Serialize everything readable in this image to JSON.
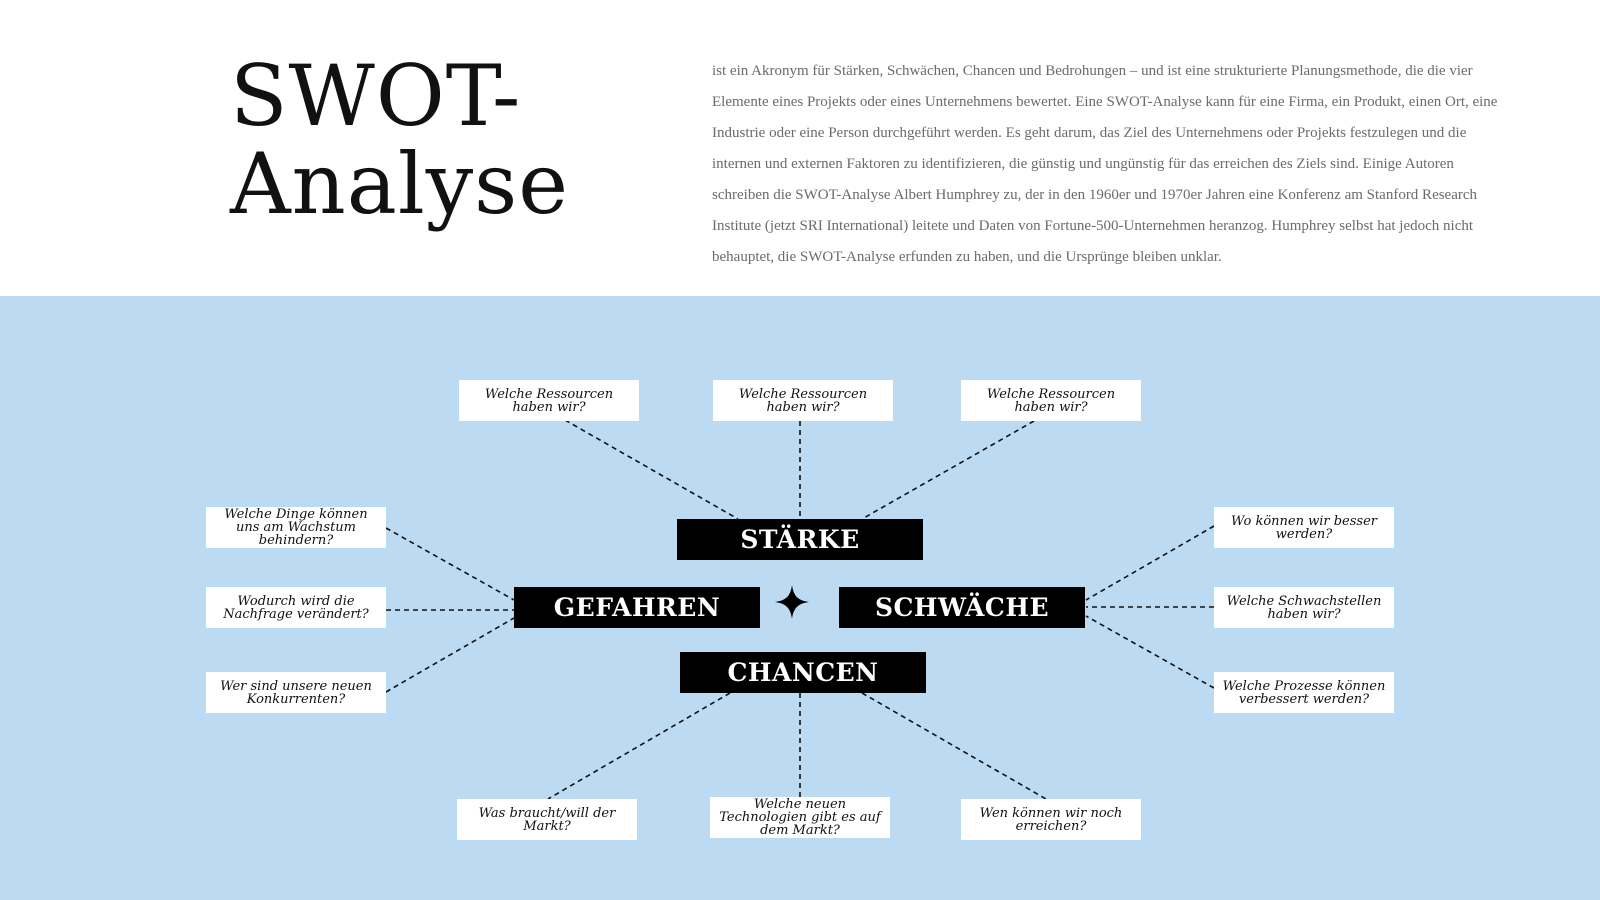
{
  "header": {
    "title_line1": "SWOT-",
    "title_line2": "Analyse",
    "description": "ist ein Akronym für Stärken, Schwächen, Chancen und Bedrohungen – und ist eine strukturierte Planungsmethode, die die vier Elemente eines Projekts oder eines Unternehmens bewertet. Eine SWOT-Analyse kann für eine Firma, ein Produkt, einen Ort, eine Industrie oder eine Person durchgeführt werden. Es geht darum, das Ziel des Unternehmens oder Projekts festzulegen und die internen und externen Faktoren zu identifizieren, die günstig und ungünstig für das erreichen des Ziels sind. Einige Autoren schreiben die SWOT-Analyse Albert Humphrey zu, der in den 1960er und 1970er Jahren eine Konferenz am Stanford Research Institute (jetzt SRI International) leitete und Daten von Fortune-500-Unternehmen heranzog. Humphrey selbst hat jedoch nicht behauptet, die SWOT-Analyse erfunden zu haben, und die Ursprünge bleiben unklar."
  },
  "diagram": {
    "categories": {
      "staerke": "STÄRKE",
      "gefahren": "GEFAHREN",
      "schwaeche": "SCHWÄCHE",
      "chancen": "CHANCEN"
    },
    "center_icon": "four-point-star-icon",
    "questions": {
      "staerke": [
        "Welche Ressourcen haben wir?",
        "Welche Ressourcen haben wir?",
        "Welche Ressourcen haben wir?"
      ],
      "gefahren": [
        "Welche Dinge können uns am Wachstum behindern?",
        "Wodurch wird die Nachfrage verändert?",
        "Wer sind unsere neuen Konkurrenten?"
      ],
      "schwaeche": [
        "Wo können wir besser werden?",
        "Welche Schwachstellen haben wir?",
        "Welche Prozesse können verbessert werden?"
      ],
      "chancen": [
        "Was braucht/will der Markt?",
        "Welche neuen Technologien gibt es auf dem Markt?",
        "Wen können wir noch erreichen?"
      ]
    }
  },
  "colors": {
    "panel_background": "#bcdbf3",
    "category_background": "#000000",
    "category_text": "#ffffff",
    "question_background": "#ffffff",
    "connector": "#111111"
  }
}
